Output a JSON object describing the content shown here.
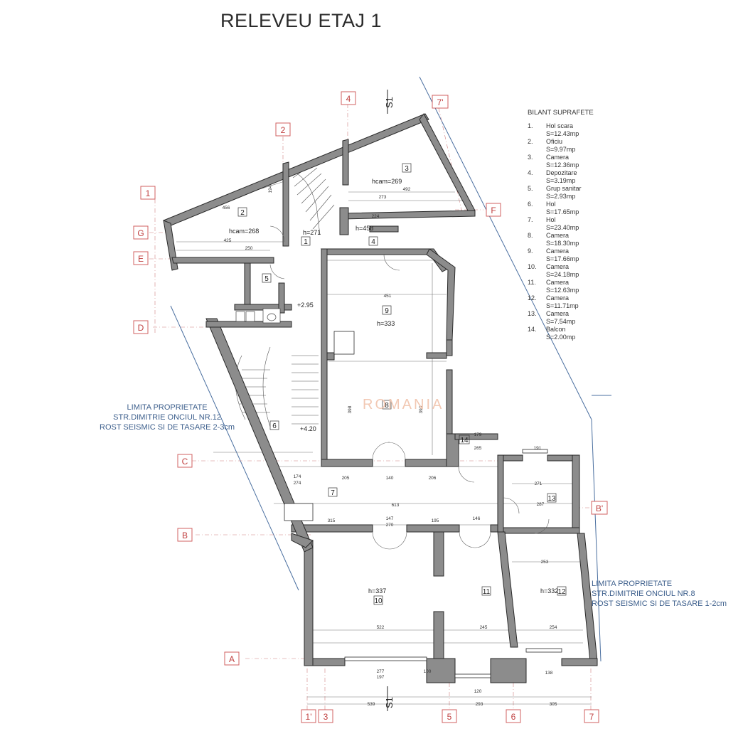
{
  "title": "RELEVEU ETAJ 1",
  "legend": {
    "heading": "BILANT SUPRAFETE",
    "items": [
      {
        "num": "1.",
        "name": "Hol scara",
        "area": "S=12.43mp"
      },
      {
        "num": "2.",
        "name": "Oficiu",
        "area": "S=9.97mp"
      },
      {
        "num": "3.",
        "name": "Camera",
        "area": "S=12.36mp"
      },
      {
        "num": "4.",
        "name": "Depozitare",
        "area": "S=3.19mp"
      },
      {
        "num": "5.",
        "name": "Grup sanitar",
        "area": "S=2.93mp"
      },
      {
        "num": "6.",
        "name": "Hol",
        "area": "S=17.65mp"
      },
      {
        "num": "7.",
        "name": "Hol",
        "area": "S=23.40mp"
      },
      {
        "num": "8.",
        "name": "Camera",
        "area": "S=18.30mp"
      },
      {
        "num": "9.",
        "name": "Camera",
        "area": "S=17.66mp"
      },
      {
        "num": "10.",
        "name": "Camera",
        "area": "S=24.18mp"
      },
      {
        "num": "11.",
        "name": "Camera",
        "area": "S=12.63mp"
      },
      {
        "num": "12.",
        "name": "Camera",
        "area": "S=11.71mp"
      },
      {
        "num": "13.",
        "name": "Camera",
        "area": "S=7.54mp"
      },
      {
        "num": "14.",
        "name": "Balcon",
        "area": "S=2.00mp"
      }
    ]
  },
  "notes": {
    "left": [
      "LIMITA PROPRIETATE",
      "STR.DIMITRIE ONCIUL NR.12",
      "ROST SEISMIC SI DE TASARE 2-3cm"
    ],
    "right": [
      "LIMITA PROPRIETATE",
      "STR.DIMITRIE ONCIUL NR.8",
      "ROST SEISMIC SI DE TASARE 1-2cm"
    ]
  },
  "watermark": "ROMANIA",
  "gridlines": {
    "top": [
      "1",
      "2",
      "4",
      "7'"
    ],
    "bottom": [
      "1'",
      "3",
      "5",
      "6",
      "7"
    ],
    "left": [
      "G",
      "E",
      "D",
      "C",
      "B",
      "A"
    ],
    "right": [
      "F",
      "B'"
    ]
  },
  "section_marks": [
    "S1",
    "S1"
  ],
  "room_numbers": [
    "1",
    "2",
    "3",
    "4",
    "5",
    "6",
    "7",
    "8",
    "9",
    "10",
    "11",
    "12",
    "13",
    "14"
  ],
  "heights": {
    "r1": "h=271",
    "r2": "hcam=268",
    "r3": "hcam=269",
    "r4": "h=458",
    "r9": "h=333",
    "r10": "h=337",
    "r12": "h=332",
    "lvl1": "+2.95",
    "lvl2": "+4.20"
  },
  "dimensions": {
    "d1": "451",
    "d2": "613",
    "d3": "522",
    "d4": "245",
    "d5": "254",
    "d6": "539",
    "d7": "293",
    "d8": "305",
    "d9": "147",
    "d10": "270",
    "d11": "195",
    "d12": "146",
    "d13": "205",
    "d14": "140",
    "d15": "206",
    "d16": "174",
    "d17": "274",
    "d18": "315",
    "d19": "425",
    "d20": "250",
    "d21": "456",
    "d22": "492",
    "d23": "273",
    "d24": "224",
    "d25": "398",
    "d26": "393",
    "d27": "277",
    "d28": "197",
    "d29": "100",
    "d30": "120",
    "d31": "253",
    "d32": "271",
    "d33": "287",
    "d34": "179",
    "d35": "265",
    "d36": "191",
    "d37": "138",
    "d38": "194"
  }
}
